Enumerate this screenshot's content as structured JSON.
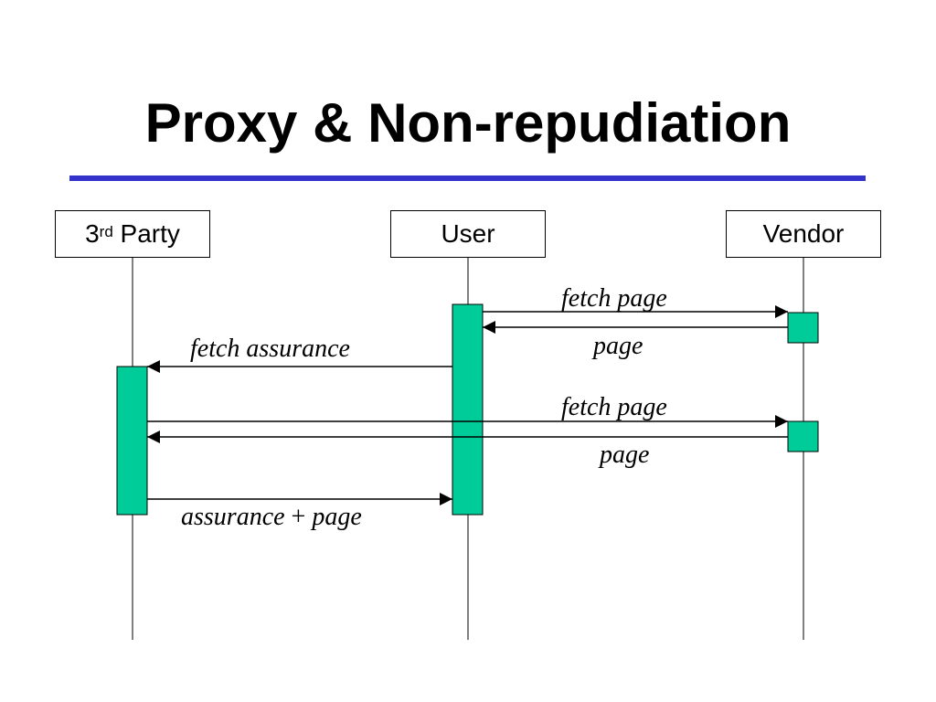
{
  "slide": {
    "title": "Proxy & Non-repudiation",
    "rule_color": "#3333cc",
    "activation_color": "#00cc99"
  },
  "actors": {
    "third_party": {
      "base": "3",
      "superscript": "rd",
      "rest": " Party"
    },
    "user": {
      "label": "User"
    },
    "vendor": {
      "label": "Vendor"
    }
  },
  "messages": {
    "m1": {
      "label": "fetch page",
      "from": "User",
      "to": "Vendor"
    },
    "m2": {
      "label": "page",
      "from": "Vendor",
      "to": "User"
    },
    "m3": {
      "label": "fetch assurance",
      "from": "User",
      "to": "3rd Party"
    },
    "m4": {
      "label": "fetch page",
      "from": "3rd Party",
      "to": "Vendor"
    },
    "m5": {
      "label": "page",
      "from": "Vendor",
      "to": "3rd Party"
    },
    "m6": {
      "part1": "assurance",
      "plus": "+",
      "part2": "page",
      "from": "3rd Party",
      "to": "User"
    }
  }
}
